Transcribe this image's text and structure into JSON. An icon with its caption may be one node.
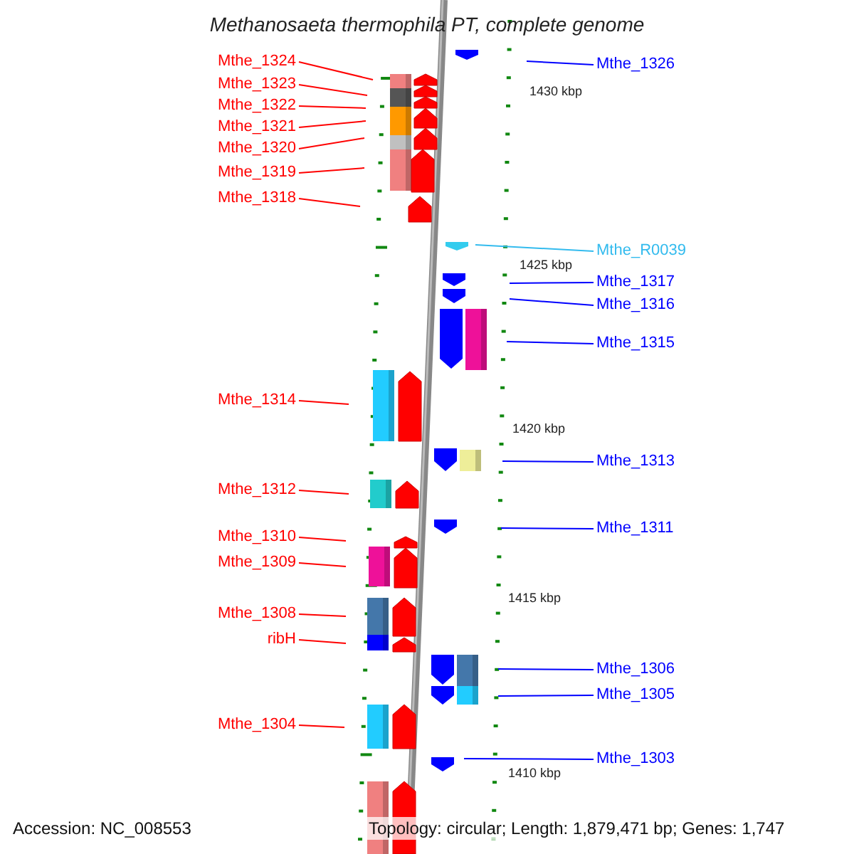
{
  "diagram": {
    "title": "Methanosaeta thermophila PT, complete genome",
    "nodes": [
      {
        "text": [
          "Mthe_1324"
        ]
      },
      {
        "text": [
          "Mthe_1326"
        ]
      },
      {
        "text": [
          "Mthe_1323"
        ]
      },
      {
        "text": [
          "Mthe_1322"
        ]
      },
      {
        "text": [
          "Mthe_1321"
        ]
      },
      {
        "text": [
          "Mthe_1320"
        ]
      },
      {
        "text": [
          "Mthe_1319"
        ]
      },
      {
        "text": [
          "Mthe_1318"
        ]
      },
      {
        "text": [
          "Mthe_R0039"
        ]
      },
      {
        "text": [
          "Mthe_1317"
        ]
      },
      {
        "text": [
          "Mthe_1316"
        ]
      },
      {
        "text": [
          "Mthe_1315"
        ]
      },
      {
        "text": [
          "Mthe_1314"
        ]
      },
      {
        "text": [
          "Mthe_1313"
        ]
      },
      {
        "text": [
          "Mthe_1312"
        ]
      },
      {
        "text": [
          "Mthe_1311"
        ]
      },
      {
        "text": [
          "Mthe_1310"
        ]
      },
      {
        "text": [
          "Mthe_1309"
        ]
      },
      {
        "text": [
          "Mthe_1308"
        ]
      },
      {
        "text": [
          "ribH"
        ]
      },
      {
        "text": [
          "Mthe_1306"
        ]
      },
      {
        "text": [
          "Mthe_1305"
        ]
      },
      {
        "text": [
          "Mthe_1304"
        ]
      },
      {
        "text": [
          "Mthe_1303"
        ]
      }
    ],
    "edges": [
      {
        "from": 0,
        "to": null,
        "arrow": "none"
      },
      {
        "from": 1,
        "to": null,
        "arrow": "none",
        "color": "#0000ff"
      },
      {
        "from": 2,
        "to": null,
        "arrow": "none"
      },
      {
        "from": 3,
        "to": null,
        "arrow": "none"
      },
      {
        "from": 4,
        "to": null,
        "arrow": "none"
      },
      {
        "from": 5,
        "to": null,
        "arrow": "none"
      },
      {
        "from": 6,
        "to": null,
        "arrow": "none"
      },
      {
        "from": 7,
        "to": null,
        "arrow": "none"
      },
      {
        "from": 8,
        "to": null,
        "arrow": "none",
        "color": "#33bbee"
      },
      {
        "from": 9,
        "to": null,
        "arrow": "none",
        "color": "#0000ff"
      },
      {
        "from": 10,
        "to": null,
        "arrow": "none",
        "color": "#0000ff"
      },
      {
        "from": 11,
        "to": null,
        "arrow": "none",
        "color": "#0000ff"
      },
      {
        "from": 12,
        "to": null,
        "arrow": "none"
      },
      {
        "from": 13,
        "to": null,
        "arrow": "none",
        "color": "#0000ff"
      },
      {
        "from": 14,
        "to": null,
        "arrow": "none"
      },
      {
        "from": 15,
        "to": null,
        "arrow": "none",
        "color": "#0000ff"
      },
      {
        "from": 16,
        "to": null,
        "arrow": "none"
      },
      {
        "from": 17,
        "to": null,
        "arrow": "none"
      },
      {
        "from": 18,
        "to": null,
        "arrow": "none"
      },
      {
        "from": 19,
        "to": null,
        "arrow": "none"
      },
      {
        "from": 20,
        "to": null,
        "arrow": "none",
        "color": "#0000ff"
      },
      {
        "from": 21,
        "to": null,
        "arrow": "none",
        "color": "#0000ff"
      },
      {
        "from": 22,
        "to": null,
        "arrow": "none"
      },
      {
        "from": 23,
        "to": null,
        "arrow": "none",
        "color": "#0000ff"
      }
    ],
    "labels": [
      "1430 kbp",
      "1425 kbp",
      "1420 kbp",
      "1415 kbp",
      "1410 kbp",
      "Accession: NC_008553",
      "Topology: circular; Length: 1,879,471 bp; Genes: 1,747"
    ]
  }
}
